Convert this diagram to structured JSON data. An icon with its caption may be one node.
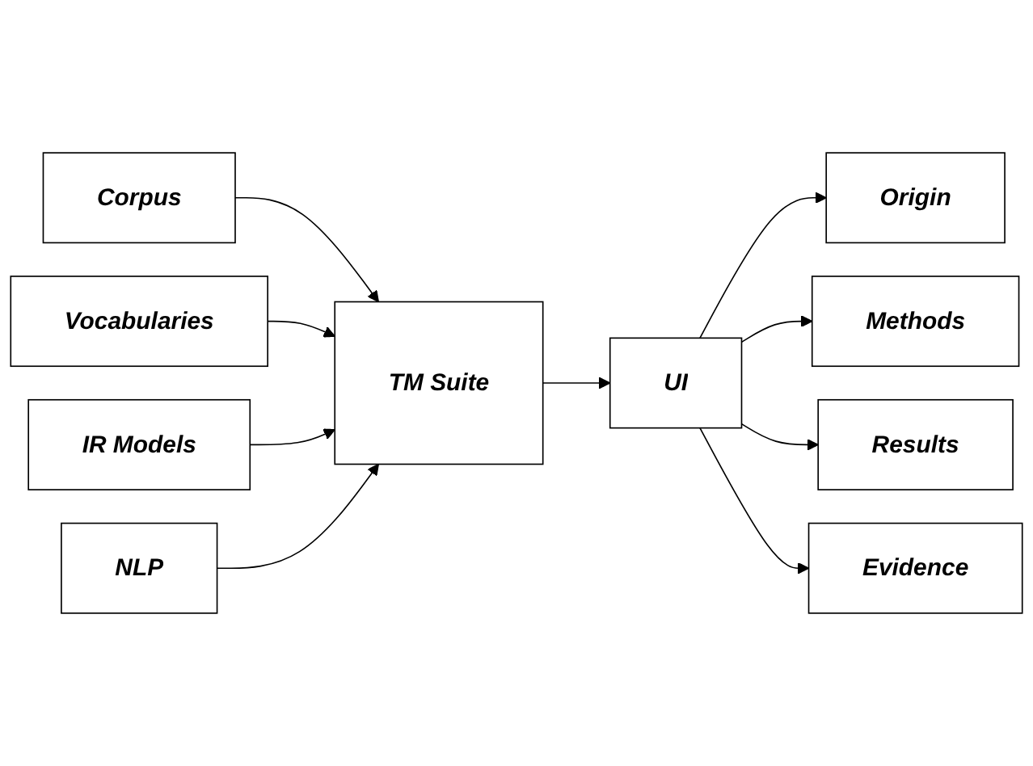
{
  "diagram": {
    "nodes": [
      {
        "text": [
          "Corpus"
        ]
      },
      {
        "text": [
          "Vocabularies"
        ]
      },
      {
        "text": [
          "IR Models"
        ]
      },
      {
        "text": [
          "NLP"
        ]
      },
      {
        "text": [
          "TM Suite"
        ]
      },
      {
        "text": [
          "UI"
        ]
      },
      {
        "text": [
          "Origin"
        ]
      },
      {
        "text": [
          "Methods"
        ]
      },
      {
        "text": [
          "Results"
        ]
      },
      {
        "text": [
          "Evidence"
        ]
      }
    ],
    "edges": [
      {
        "from": 0,
        "to": 4,
        "arrow": "to"
      },
      {
        "from": 1,
        "to": 4,
        "arrow": "to"
      },
      {
        "from": 2,
        "to": 4,
        "arrow": "to"
      },
      {
        "from": 3,
        "to": 4,
        "arrow": "to"
      },
      {
        "from": 4,
        "to": 5,
        "arrow": "to"
      },
      {
        "from": 5,
        "to": 6,
        "arrow": "to"
      },
      {
        "from": 5,
        "to": 7,
        "arrow": "to"
      },
      {
        "from": 5,
        "to": 8,
        "arrow": "to"
      },
      {
        "from": 5,
        "to": 9,
        "arrow": "to"
      }
    ]
  }
}
